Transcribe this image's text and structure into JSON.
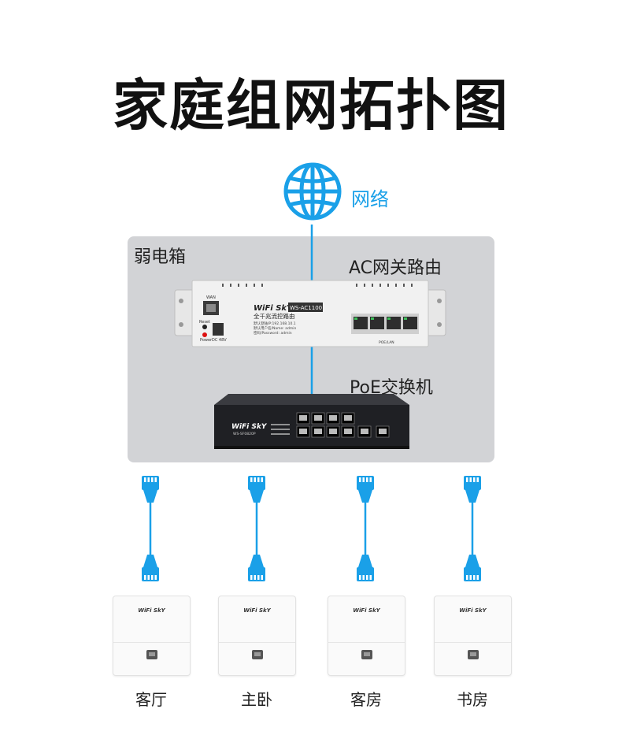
{
  "title": "家庭组网拓扑图",
  "internet": {
    "label": "网络",
    "icon": "globe-icon"
  },
  "cabinet": {
    "label": "弱电箱"
  },
  "router": {
    "label": "AC网关路由",
    "brand": "WiFi SkY",
    "model": "WS-AC1100",
    "subtitle": "全千兆流控路由",
    "info_lines": [
      "默认登陆IP:192.168.10.1",
      "默认用户名/Name: admin",
      "密码/Password: admin"
    ],
    "port_labels": {
      "wan": "WAN",
      "reset": "Reset",
      "power": "Power",
      "dc": "DC 48V",
      "lan": "POE/LAN"
    }
  },
  "switch": {
    "label": "PoE交换机",
    "brand": "WiFi SkY",
    "model": "WS-SF0820P"
  },
  "rooms": [
    {
      "label": "客厅",
      "brand": "WiFi SkY"
    },
    {
      "label": "主卧",
      "brand": "WiFi SkY"
    },
    {
      "label": "客房",
      "brand": "WiFi SkY"
    },
    {
      "label": "书房",
      "brand": "WiFi SkY"
    }
  ],
  "colors": {
    "accent": "#1aa0e8",
    "cabinet": "#d2d3d6",
    "switch": "#1f2024",
    "router": "#ececec"
  }
}
